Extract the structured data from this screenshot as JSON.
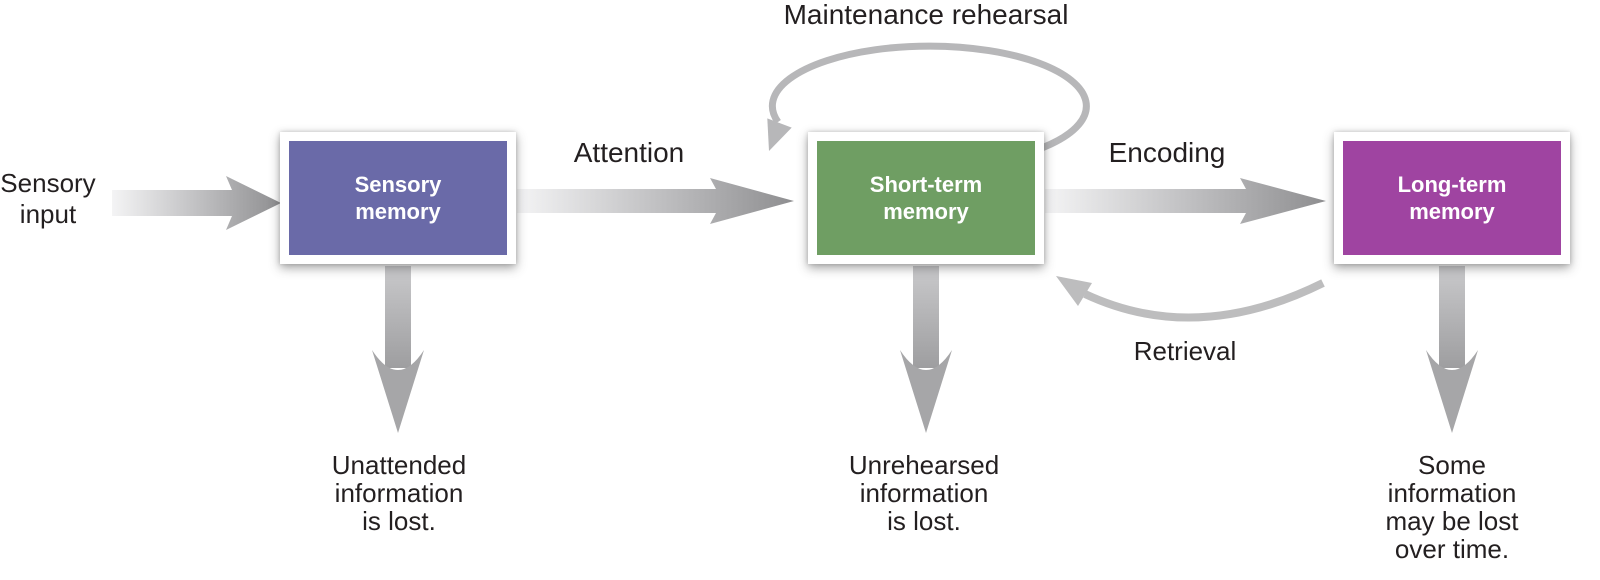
{
  "boxes": [
    {
      "id": "sensory-memory",
      "lines": [
        "Sensory",
        "memory"
      ],
      "color": "#6a6aa8"
    },
    {
      "id": "short-term-memory",
      "lines": [
        "Short-term",
        "memory"
      ],
      "color": "#6f9e63"
    },
    {
      "id": "long-term-memory",
      "lines": [
        "Long-term",
        "memory"
      ],
      "color": "#9f44a1"
    }
  ],
  "labels": {
    "sensory_input": {
      "lines": [
        "Sensory",
        "input"
      ]
    },
    "attention": "Attention",
    "encoding": "Encoding",
    "maintenance_rehearsal": "Maintenance rehearsal",
    "retrieval": "Retrieval"
  },
  "captions": {
    "sensory": {
      "lines": [
        "Unattended",
        "information",
        "is lost."
      ]
    },
    "short_term": {
      "lines": [
        "Unrehearsed",
        "information",
        "is lost."
      ]
    },
    "long_term": {
      "lines": [
        "Some",
        "information",
        "may be lost",
        "over time."
      ]
    }
  },
  "colors": {
    "background": "#ffffff",
    "text": "#231f20",
    "arrow_gray": "#a9a9ab",
    "curve_gray": "#b7b7b9",
    "sensory_box": "#6a6aa8",
    "short_term_box": "#6f9e63",
    "long_term_box": "#9f44a1"
  }
}
